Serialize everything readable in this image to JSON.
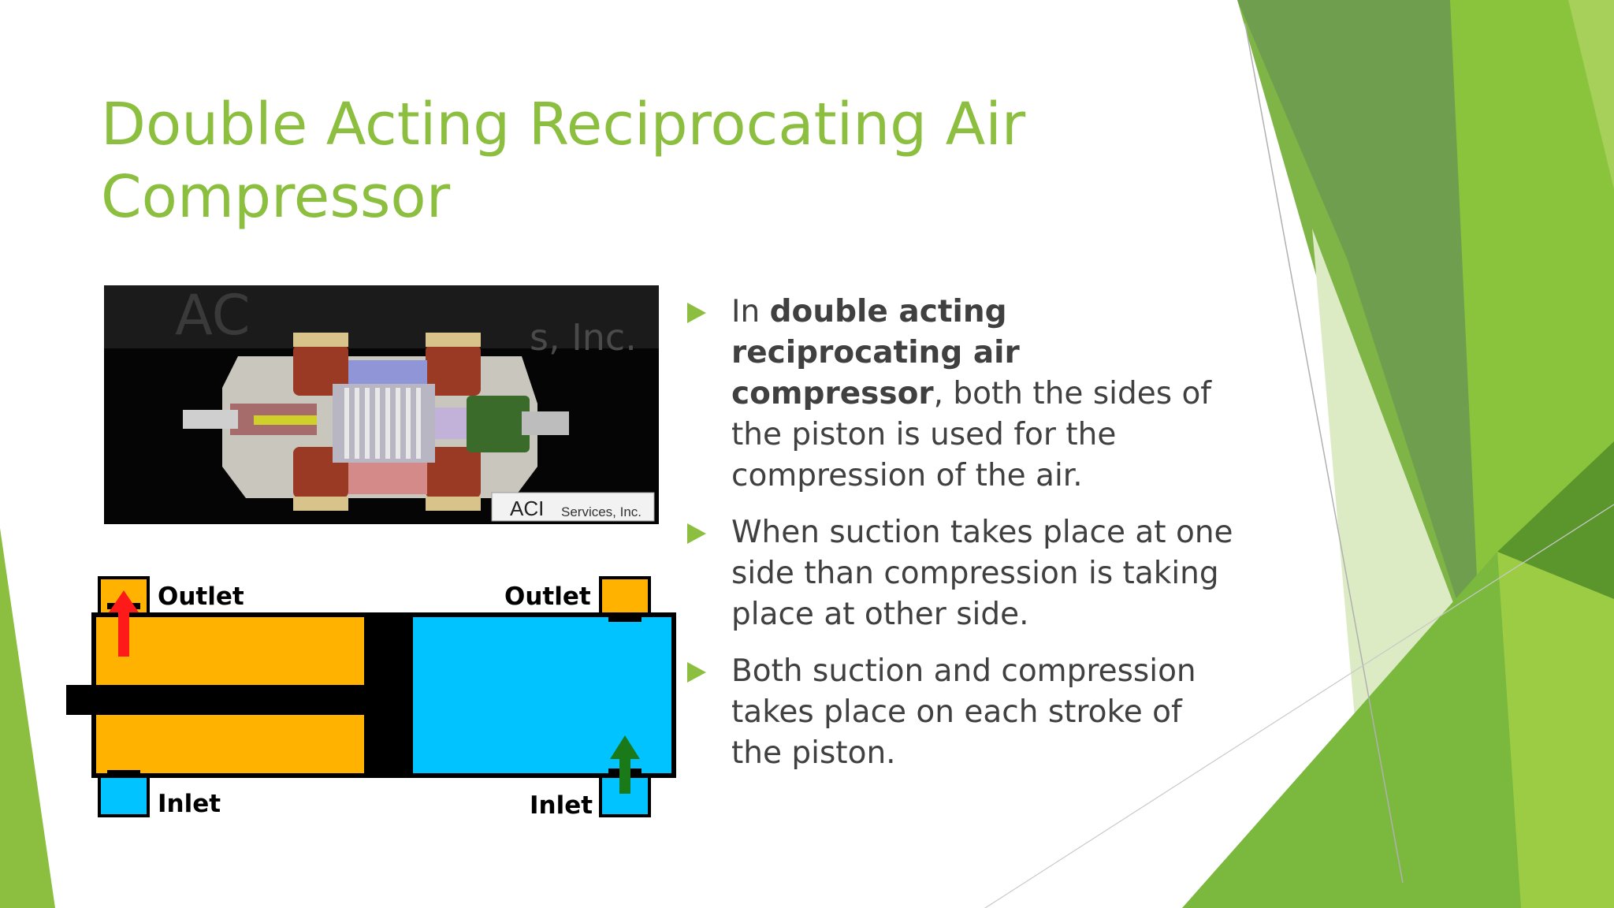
{
  "slide": {
    "title_line1": "Double Acting Reciprocating Air",
    "title_line2": "Compressor",
    "colors": {
      "title": "#8cbf3f",
      "accent_green": "#8cbf3f",
      "text": "#404040"
    }
  },
  "bullets": [
    {
      "pre": "In ",
      "bold": "double acting reciprocating air compressor",
      "post": ", both the sides of the piston is used for the compression of the air."
    },
    {
      "pre": "",
      "bold": "",
      "post": "When suction takes place at one side than compression is taking place at other side."
    },
    {
      "pre": "",
      "bold": "",
      "post": "Both suction and compression takes place on each stroke of the piston."
    }
  ],
  "photo": {
    "watermark_top": "ACI Services, Inc.",
    "watermark_logo": "ACI",
    "watermark_caption": "Services, Inc."
  },
  "diagram": {
    "outlet_left": "Outlet",
    "outlet_right": "Outlet",
    "inlet_left": "Inlet",
    "inlet_right": "Inlet",
    "colors": {
      "compression_chamber": "#ffb300",
      "suction_chamber": "#00c3ff",
      "outlet_arrow": "#ff1a1a",
      "inlet_arrow": "#1a7a1a"
    }
  }
}
